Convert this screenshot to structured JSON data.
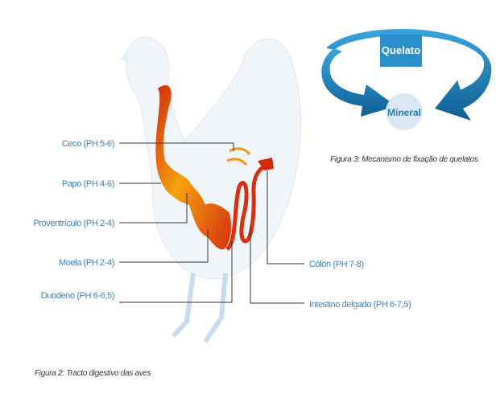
{
  "digestive_figure": {
    "labels_left": [
      "Ceco (PH 5-6)",
      "Papo (PH 4-6)",
      "Proventrículo (PH 2-4)",
      "Moela (PH 2-4)",
      "Duodeno (PH 6-6,5)"
    ],
    "labels_right": [
      "Cólon (PH 7-8)",
      "Intestino delgado (PH 6-7,5)"
    ],
    "caption": "Figura 2: Tracto digestivo das aves"
  },
  "chelate_figure": {
    "top_box": "Quelato",
    "center": "Mineral",
    "caption": "Figura 3: Mecanismo de fixação de quelatos"
  },
  "colors": {
    "label": "#3f7fb5",
    "arrow": "#1f7fb8",
    "tract_dark": "#d8300f",
    "tract_light": "#f5a20e"
  }
}
